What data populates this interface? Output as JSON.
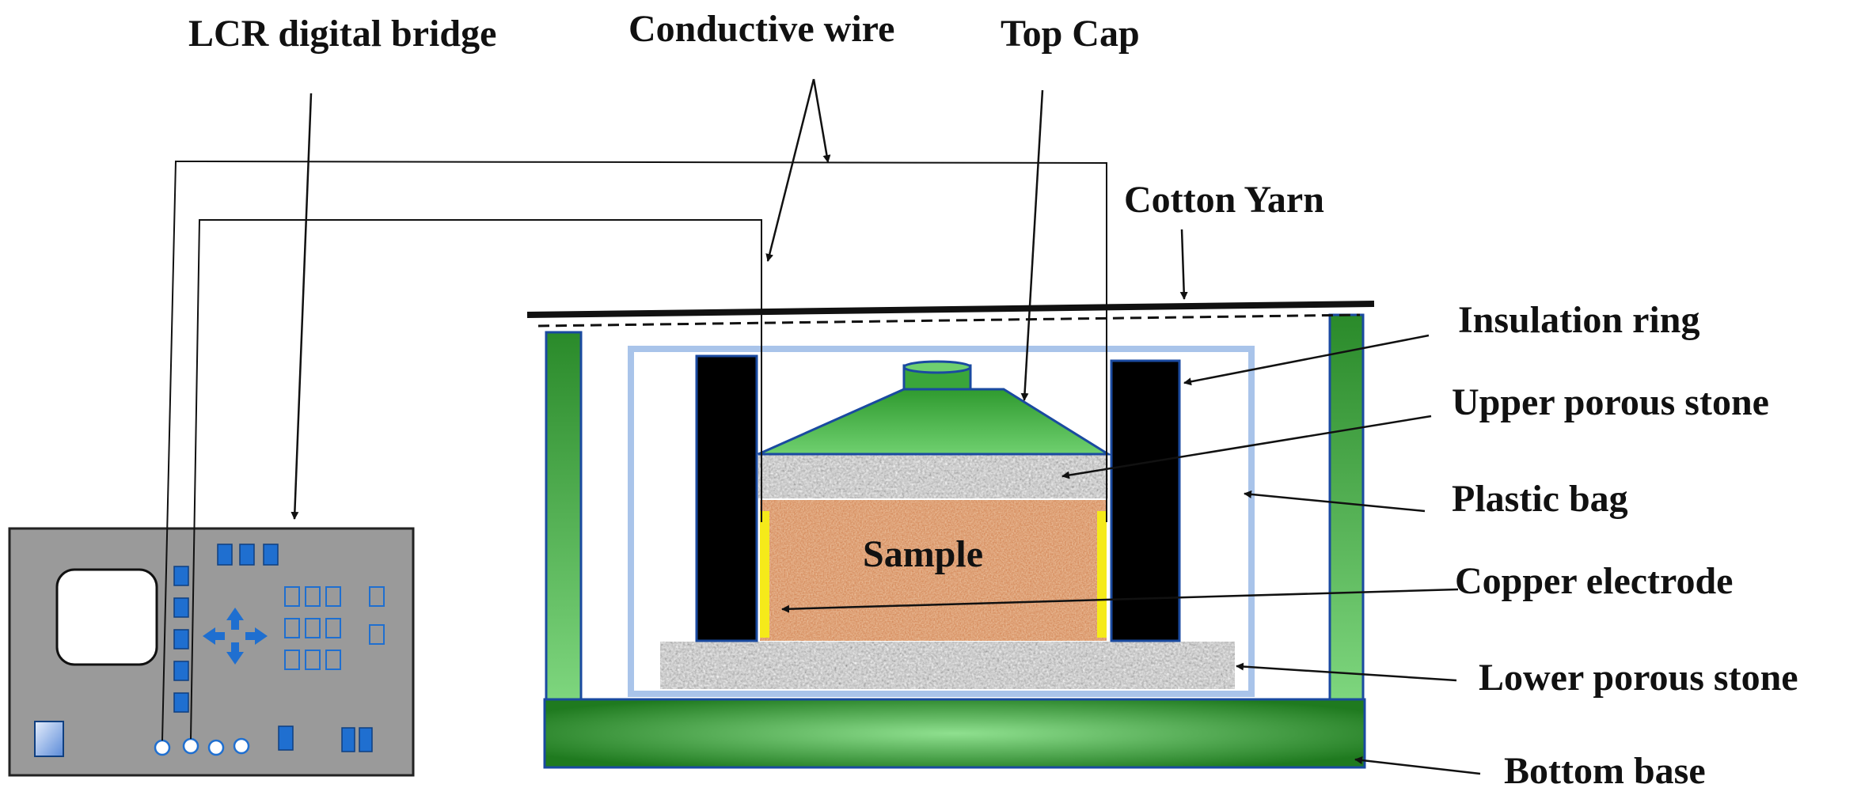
{
  "labels": {
    "lcr_digital_bridge": "LCR digital bridge",
    "conductive_wire": "Conductive wire",
    "top_cap": "Top Cap",
    "cotton_yarn": "Cotton Yarn",
    "insulation_ring": "Insulation ring",
    "upper_porous_stone": "Upper porous stone",
    "plastic_bag": "Plastic bag",
    "copper_electrode": "Copper electrode",
    "lower_porous_stone": "Lower porous stone",
    "bottom_base": "Bottom base",
    "sample": "Sample"
  },
  "colors": {
    "base_green_dark": "#1f7a1f",
    "base_green_light": "#8fe08f",
    "device_body": "#9a9a9a",
    "device_buttons": "#1f6fd0",
    "insulation_ring": "#000000",
    "plastic_bag": "#a9c4ea",
    "copper_electrode": "#f5ea1a",
    "sample": "#d4895a",
    "porous_stone": "#b8b8b8"
  }
}
